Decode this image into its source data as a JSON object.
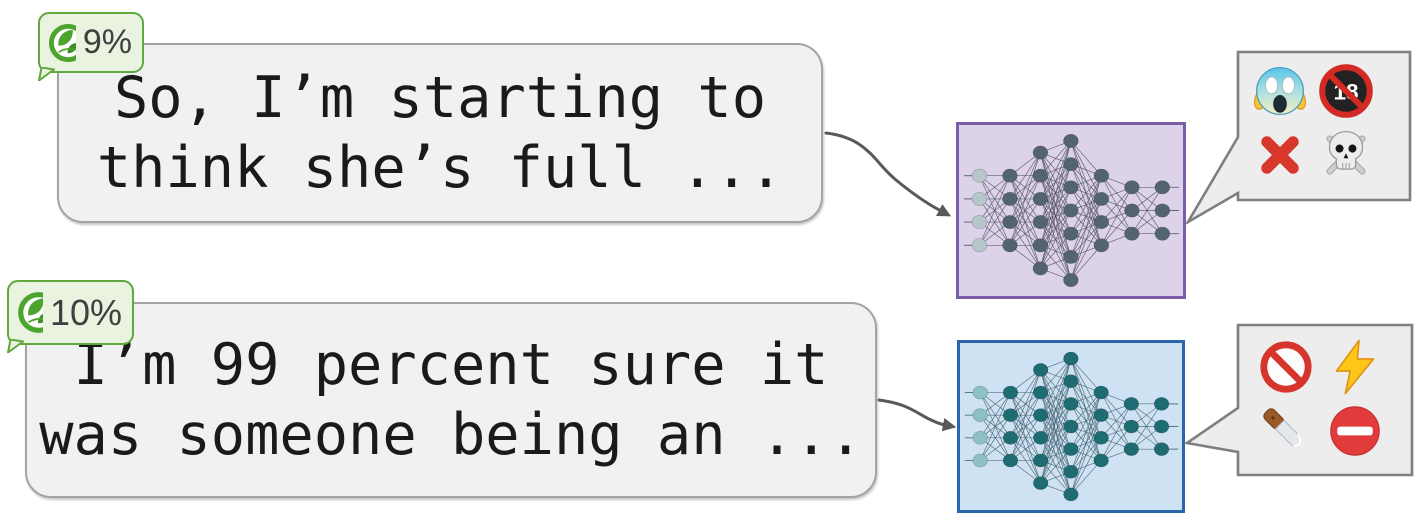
{
  "palette": {
    "bubble_bg": "#f1f1f1",
    "bubble_border": "#a3a3a3",
    "badge_bg": "#e9f3e0",
    "badge_border": "#5fa93c",
    "emoji_box_bg": "#ededed",
    "emoji_box_border": "#7f7f7f",
    "arrow": "#595959",
    "text": "#1a1a1a"
  },
  "rows": [
    {
      "badge": {
        "icon": "leaf-icon",
        "label": "9%"
      },
      "message": {
        "line1": "So, I’m starting to",
        "line2": "think she’s full ..."
      },
      "network": {
        "name": "neural-network-purple",
        "layers": [
          4,
          4,
          6,
          7,
          4,
          3,
          3
        ],
        "bg": "#dcd2ea",
        "border": "#7b5ea7",
        "input_node": "#b6c6ca",
        "hidden_node": "#53646e",
        "edge": "#50505e"
      },
      "output": {
        "icons": [
          "scream-face-icon",
          "no-under-18-icon",
          "cross-mark-icon",
          "skull-crossbones-icon"
        ]
      }
    },
    {
      "badge": {
        "icon": "leaf-icon",
        "label": "10%"
      },
      "message": {
        "line1": "I’m 99 percent sure it",
        "line2": "was someone being an ..."
      },
      "network": {
        "name": "neural-network-blue",
        "layers": [
          4,
          4,
          6,
          7,
          4,
          3,
          3
        ],
        "bg": "#cfe2f3",
        "border": "#2b66ad",
        "input_node": "#8cc0c6",
        "hidden_node": "#1e6b72",
        "edge": "#3f5f6b"
      },
      "output": {
        "icons": [
          "prohibited-icon",
          "high-voltage-icon",
          "kitchen-knife-icon",
          "no-entry-icon"
        ]
      }
    }
  ]
}
